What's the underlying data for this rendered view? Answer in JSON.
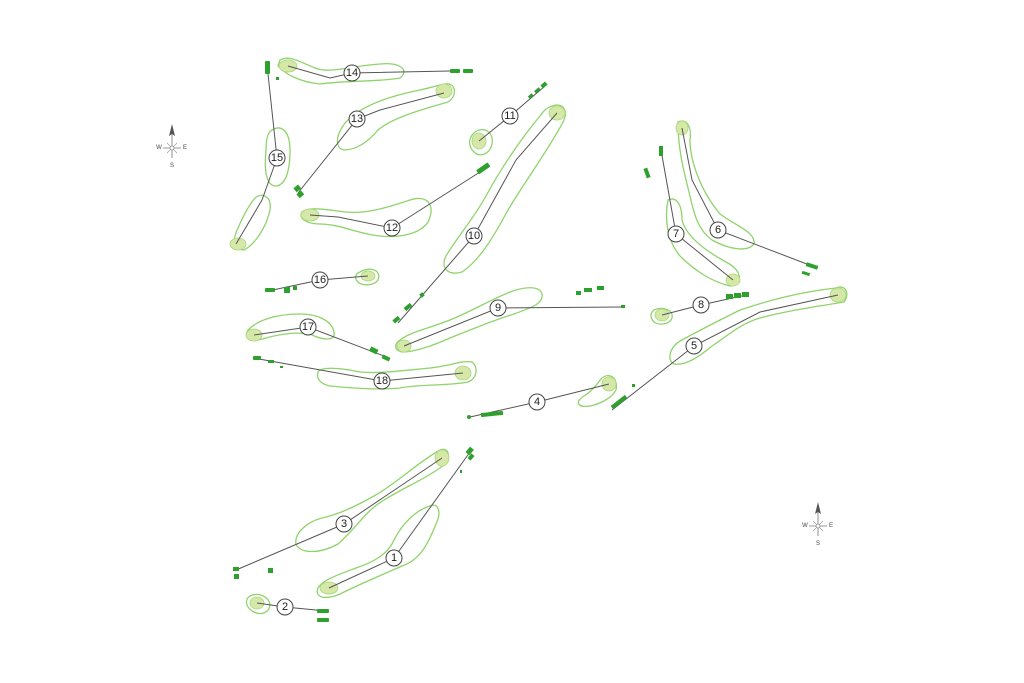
{
  "map": {
    "type": "golf-course-layout",
    "hole_count": 18,
    "colors": {
      "fairway_outline": "#8fd36b",
      "green_fill": "#d6e8a8",
      "tee_box": "#2ea02e",
      "play_line": "#555555",
      "background": "#ffffff"
    }
  },
  "compasses": [
    {
      "id": "compass-top-left",
      "north": "",
      "west": "W",
      "east": "E",
      "south": "S"
    },
    {
      "id": "compass-bottom-right",
      "north": "",
      "west": "W",
      "east": "E",
      "south": "S"
    }
  ],
  "holes": [
    {
      "number": "1"
    },
    {
      "number": "2"
    },
    {
      "number": "3"
    },
    {
      "number": "4"
    },
    {
      "number": "5"
    },
    {
      "number": "6"
    },
    {
      "number": "7"
    },
    {
      "number": "8"
    },
    {
      "number": "9"
    },
    {
      "number": "10"
    },
    {
      "number": "11"
    },
    {
      "number": "12"
    },
    {
      "number": "13"
    },
    {
      "number": "14"
    },
    {
      "number": "15"
    },
    {
      "number": "16"
    },
    {
      "number": "17"
    },
    {
      "number": "18"
    }
  ]
}
